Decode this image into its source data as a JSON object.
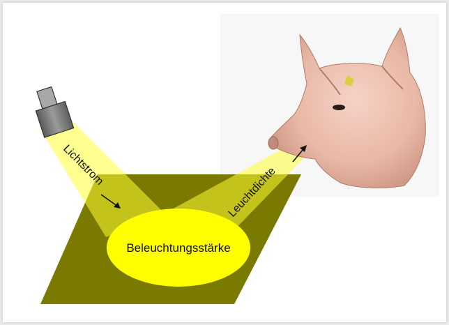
{
  "diagram": {
    "labels": {
      "luminous_flux": "Lichtstrom",
      "luminance": "Leuchtdichte",
      "illuminance": "Beleuchtungsstärke"
    },
    "colors": {
      "background": "#ebebeb",
      "frame": "#ffffff",
      "surface": "#7a7a00",
      "light_beam": "#ffff33",
      "illuminated_spot": "#ffff00",
      "lamp_head": "#a8a8a8",
      "lamp_body": "#6f6f6f"
    },
    "icons": [
      "lamp-icon",
      "pig-head-image",
      "arrow-icon"
    ]
  }
}
